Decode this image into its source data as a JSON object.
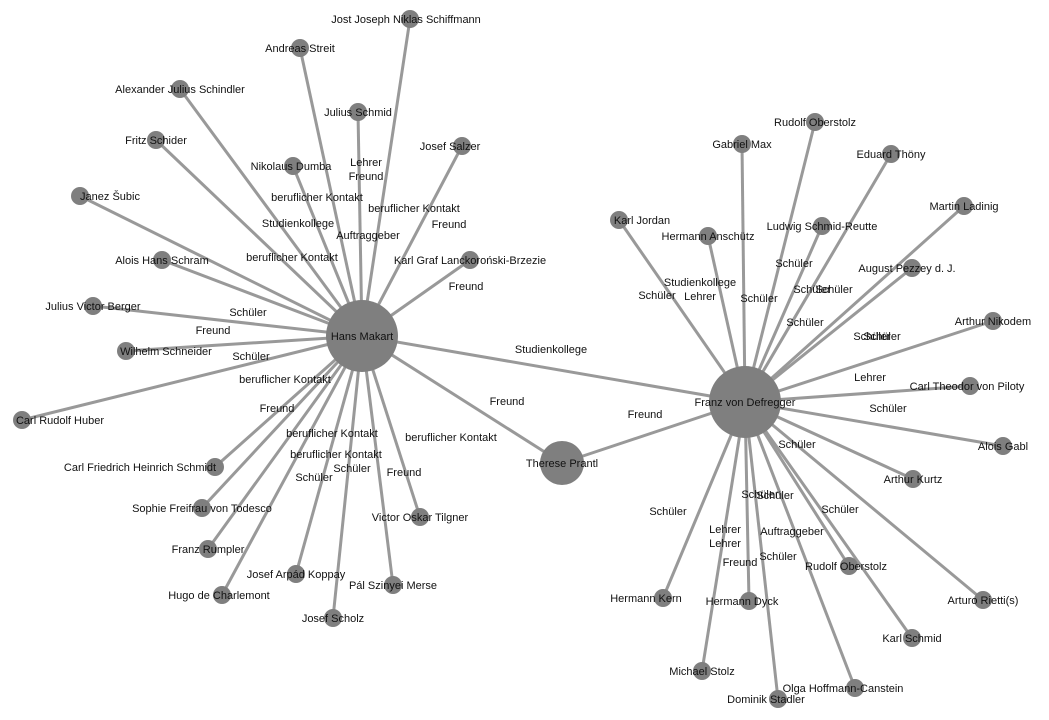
{
  "colors": {
    "node": "#7f7f7f",
    "edge": "#999999",
    "text": "#111111"
  },
  "nodes": [
    {
      "id": "makart",
      "label": "Hans Makart",
      "hub": true
    },
    {
      "id": "defregger",
      "label": "Franz von Defregger",
      "hub": true
    },
    {
      "id": "prantl",
      "label": "Therese Prantl",
      "hub": true
    },
    {
      "id": "schiffmann",
      "label": "Jost Joseph Niklas Schiffmann"
    },
    {
      "id": "streit",
      "label": "Andreas Streit"
    },
    {
      "id": "schindler",
      "label": "Alexander Julius Schindler"
    },
    {
      "id": "jschmid",
      "label": "Julius Schmid"
    },
    {
      "id": "schider",
      "label": "Fritz Schider"
    },
    {
      "id": "salzer",
      "label": "Josef Salzer"
    },
    {
      "id": "dumba",
      "label": "Nikolaus Dumba"
    },
    {
      "id": "subic",
      "label": "Janez Šubic"
    },
    {
      "id": "schram",
      "label": "Alois Hans Schram"
    },
    {
      "id": "lanckoronski",
      "label": "Karl Graf Lanckoroński-Brzezie"
    },
    {
      "id": "berger",
      "label": "Julius Victor Berger"
    },
    {
      "id": "schneider",
      "label": "Wilhelm Schneider"
    },
    {
      "id": "huber",
      "label": "Carl Rudolf Huber"
    },
    {
      "id": "hschmidt",
      "label": "Carl Friedrich Heinrich Schmidt"
    },
    {
      "id": "todesco",
      "label": "Sophie Freifrau von Todesco"
    },
    {
      "id": "tilgner",
      "label": "Victor Oskar Tilgner"
    },
    {
      "id": "rumpler",
      "label": "Franz Rumpler"
    },
    {
      "id": "koppay",
      "label": "Josef Arpád Koppay"
    },
    {
      "id": "merse",
      "label": "Pál Szinyei Merse"
    },
    {
      "id": "charlemont",
      "label": "Hugo de Charlemont"
    },
    {
      "id": "scholz",
      "label": "Josef Scholz"
    },
    {
      "id": "oberstolz1",
      "label": "Rudolf Oberstolz"
    },
    {
      "id": "max",
      "label": "Gabriel Max"
    },
    {
      "id": "thony",
      "label": "Eduard Thöny"
    },
    {
      "id": "jordan",
      "label": "Karl Jordan"
    },
    {
      "id": "anschutz",
      "label": "Hermann Anschütz"
    },
    {
      "id": "reutte",
      "label": "Ludwig Schmid-Reutte"
    },
    {
      "id": "ladinig",
      "label": "Martin Ladinig"
    },
    {
      "id": "pezzey",
      "label": "August Pezzey d. J."
    },
    {
      "id": "nikodem",
      "label": "Arthur Nikodem"
    },
    {
      "id": "piloty",
      "label": "Carl Theodor von Piloty"
    },
    {
      "id": "gabl",
      "label": "Alois Gabl"
    },
    {
      "id": "kurtz",
      "label": "Arthur Kurtz"
    },
    {
      "id": "oberstolz2",
      "label": "Rudolf Oberstolz"
    },
    {
      "id": "rietti",
      "label": "Arturo Rietti(s)"
    },
    {
      "id": "kern",
      "label": "Hermann Kern"
    },
    {
      "id": "dyck",
      "label": "Hermann Dyck"
    },
    {
      "id": "kschmid",
      "label": "Karl Schmid"
    },
    {
      "id": "stolz",
      "label": "Michael Stolz"
    },
    {
      "id": "hoffmann",
      "label": "Olga Hoffmann-Canstein"
    },
    {
      "id": "stadler",
      "label": "Dominik Stadler"
    }
  ],
  "edges": [
    {
      "from": "makart",
      "to": "schiffmann",
      "label": ""
    },
    {
      "from": "makart",
      "to": "streit",
      "label": ""
    },
    {
      "from": "makart",
      "to": "schindler",
      "label": ""
    },
    {
      "from": "makart",
      "to": "jschmid",
      "label": "Lehrer\nFreund"
    },
    {
      "from": "makart",
      "to": "schider",
      "label": ""
    },
    {
      "from": "makart",
      "to": "salzer",
      "label": "Freund"
    },
    {
      "from": "makart",
      "to": "dumba",
      "label": "beruflicher Kontakt"
    },
    {
      "from": "makart",
      "to": "subic",
      "label": "Studienkollege"
    },
    {
      "from": "makart",
      "to": "schram",
      "label": "beruflicher Kontakt"
    },
    {
      "from": "makart",
      "to": "lanckoronski",
      "label": "Freund"
    },
    {
      "from": "makart",
      "to": "berger",
      "label": "Schüler"
    },
    {
      "from": "makart",
      "to": "schneider",
      "label": "Freund"
    },
    {
      "from": "makart",
      "to": "huber",
      "label": "Schüler"
    },
    {
      "from": "makart",
      "to": "hschmidt",
      "label": "beruflicher Kontakt"
    },
    {
      "from": "makart",
      "to": "todesco",
      "label": "Freund"
    },
    {
      "from": "makart",
      "to": "tilgner",
      "label": "beruflicher Kontakt"
    },
    {
      "from": "makart",
      "to": "rumpler",
      "label": "beruflicher Kontakt"
    },
    {
      "from": "makart",
      "to": "koppay",
      "label": "Schüler"
    },
    {
      "from": "makart",
      "to": "merse",
      "label": "Freund"
    },
    {
      "from": "makart",
      "to": "charlemont",
      "label": "beruflicher Kontakt"
    },
    {
      "from": "makart",
      "to": "scholz",
      "label": "Schüler"
    },
    {
      "from": "makart",
      "to": "defregger",
      "label": "Studienkollege"
    },
    {
      "from": "makart",
      "to": "prantl",
      "label": "Freund"
    },
    {
      "from": "defregger",
      "to": "prantl",
      "label": "Freund"
    },
    {
      "from": "defregger",
      "to": "oberstolz1",
      "label": "Schüler"
    },
    {
      "from": "defregger",
      "to": "max",
      "label": "Schüler"
    },
    {
      "from": "defregger",
      "to": "thony",
      "label": "Schüler"
    },
    {
      "from": "defregger",
      "to": "jordan",
      "label": "Schüler"
    },
    {
      "from": "defregger",
      "to": "anschutz",
      "label": "Studienkollege\nLehrer"
    },
    {
      "from": "defregger",
      "to": "reutte",
      "label": "Schüler"
    },
    {
      "from": "defregger",
      "to": "ladinig",
      "label": "Schüler"
    },
    {
      "from": "defregger",
      "to": "pezzey",
      "label": "Schüler"
    },
    {
      "from": "defregger",
      "to": "nikodem",
      "label": "Schüler"
    },
    {
      "from": "defregger",
      "to": "piloty",
      "label": "Lehrer"
    },
    {
      "from": "defregger",
      "to": "gabl",
      "label": "Schüler"
    },
    {
      "from": "defregger",
      "to": "kurtz",
      "label": "Schüler"
    },
    {
      "from": "defregger",
      "to": "oberstolz2",
      "label": "Auftraggeber"
    },
    {
      "from": "defregger",
      "to": "rietti",
      "label": "Schüler"
    },
    {
      "from": "defregger",
      "to": "kern",
      "label": "Schüler"
    },
    {
      "from": "defregger",
      "to": "dyck",
      "label": "Freund"
    },
    {
      "from": "defregger",
      "to": "kschmid",
      "label": "Schüler"
    },
    {
      "from": "defregger",
      "to": "stolz",
      "label": "Lehrer\nLehrer"
    },
    {
      "from": "defregger",
      "to": "hoffmann",
      "label": "Schüler"
    },
    {
      "from": "defregger",
      "to": "stadler",
      "label": "Schüler"
    }
  ],
  "extra_edge_labels": [
    "Auftraggeber",
    "beruflicher Kontakt"
  ]
}
